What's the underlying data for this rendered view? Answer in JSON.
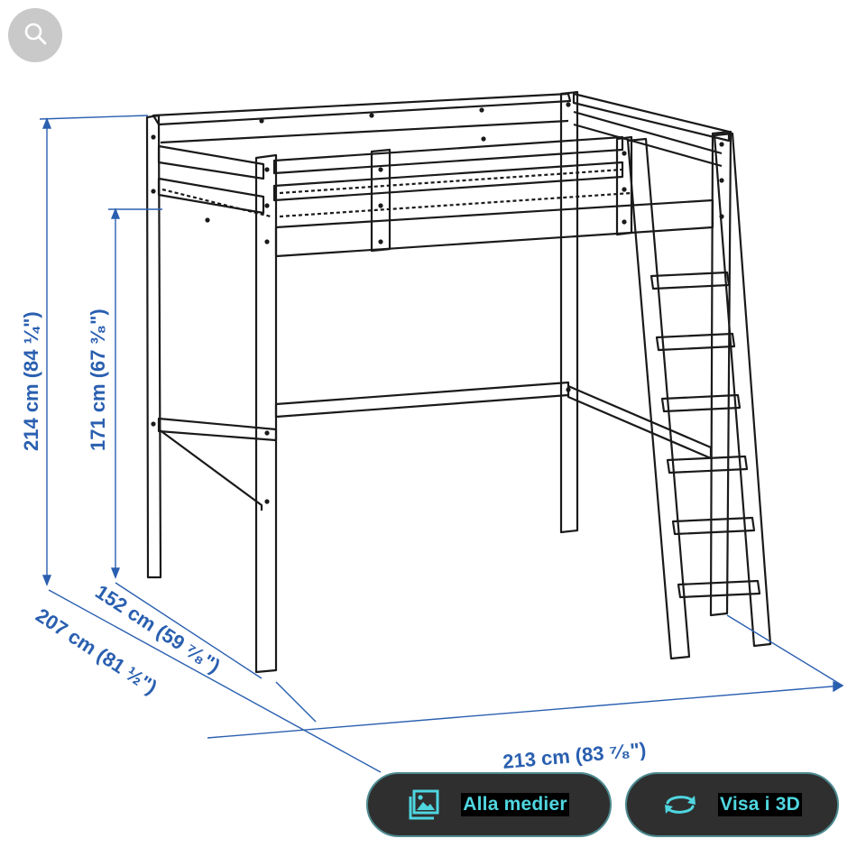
{
  "toolbar": {
    "search_icon": "search-icon"
  },
  "dimensions": {
    "total_height": "214 cm (84 ¼\")",
    "clearance_height": "171 cm (67 ³⁄₈\")",
    "inner_width": "152 cm (59 ⁷⁄₈\")",
    "total_width": "207 cm (81 ½\")",
    "length": "213 cm (83 ⁷⁄₈\")"
  },
  "actions": {
    "all_media_label": "Alla medier",
    "all_media_icon": "image-gallery-icon",
    "view_3d_label": "Visa i 3D",
    "view_3d_icon": "rotate-3d-icon"
  },
  "colors": {
    "dimension": "#2a5fb0",
    "button_bg": "#2f2f2f",
    "button_text": "#4fd6e0",
    "search_bg": "#c9c9c9"
  }
}
